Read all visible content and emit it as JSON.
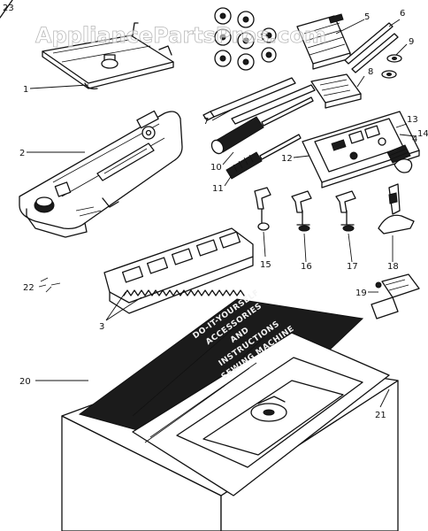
{
  "watermark": "AppliancePartsPros.com",
  "lid_text": [
    "DO-IT-YOURSELF",
    "ACCESSORIES",
    "AND",
    "INSTRUCTIONS",
    "SEWING MACHINE"
  ],
  "callouts": [
    "1",
    "2",
    "3",
    "4",
    "5",
    "6",
    "7",
    "8",
    "9",
    "10",
    "11",
    "12",
    "13",
    "14",
    "15",
    "16",
    "17",
    "18",
    "19",
    "20",
    "21",
    "22",
    "23"
  ]
}
